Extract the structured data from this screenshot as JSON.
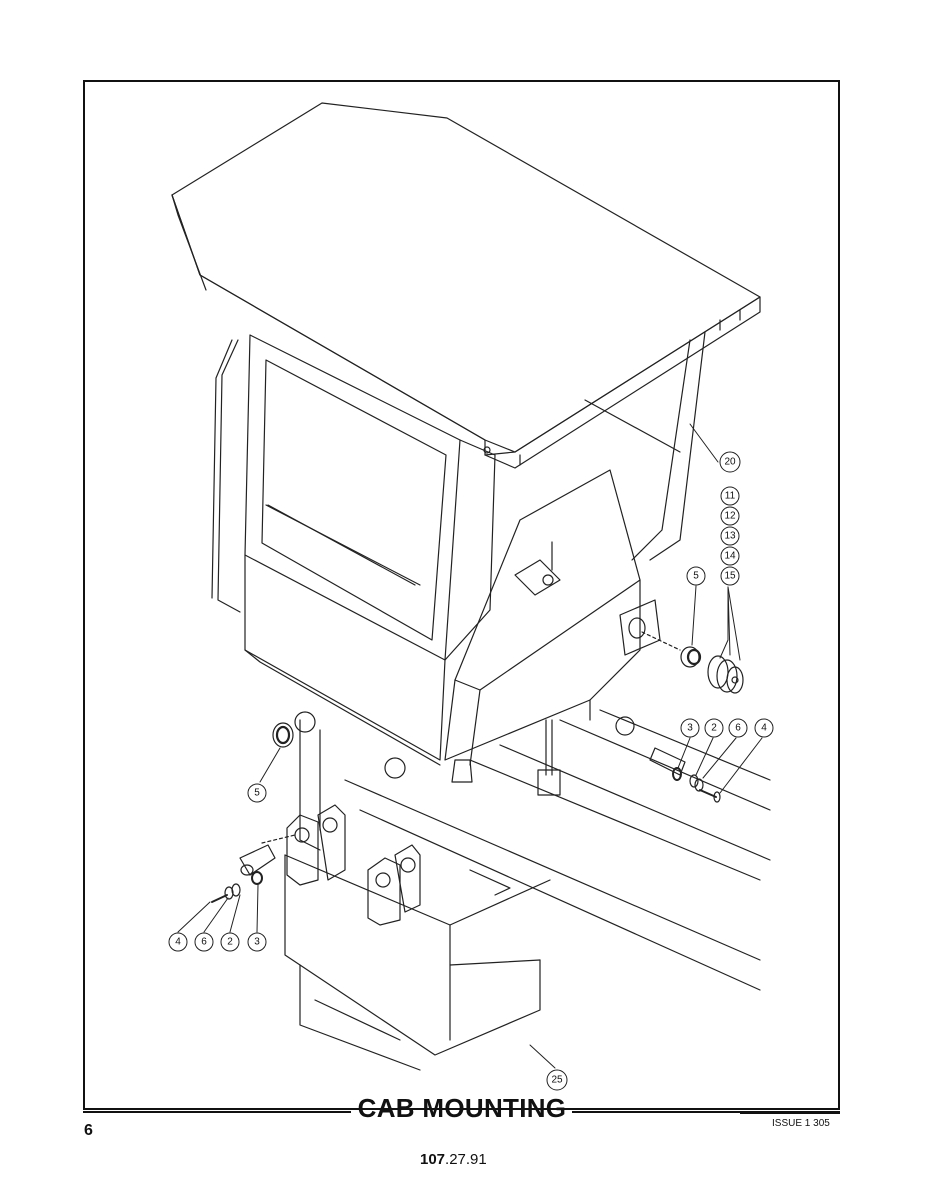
{
  "page": {
    "title": "CAB MOUNTING",
    "page_number": "6",
    "issue": "ISSUE 1 305",
    "doc_number_bold": "107",
    "doc_number_rest": ".27.91"
  },
  "callouts": [
    {
      "label": "20"
    },
    {
      "label": "11"
    },
    {
      "label": "12"
    },
    {
      "label": "13"
    },
    {
      "label": "14"
    },
    {
      "label": "15"
    },
    {
      "label": "5"
    },
    {
      "label": "3"
    },
    {
      "label": "2"
    },
    {
      "label": "6"
    },
    {
      "label": "4"
    },
    {
      "label": "5"
    },
    {
      "label": "4"
    },
    {
      "label": "6"
    },
    {
      "label": "2"
    },
    {
      "label": "3"
    },
    {
      "label": "25"
    }
  ]
}
